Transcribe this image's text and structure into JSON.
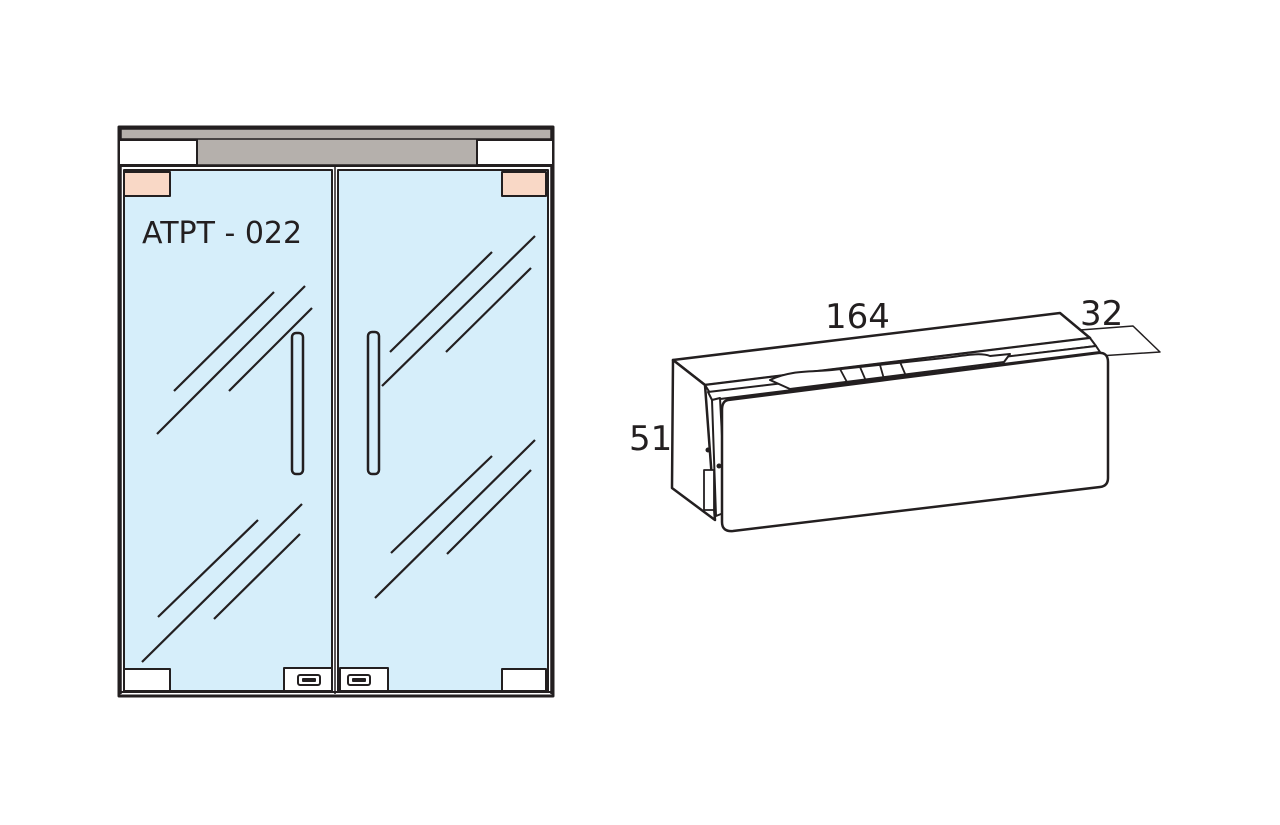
{
  "door": {
    "model_label": "ATPT - 022"
  },
  "fitting": {
    "dim_length": "164",
    "dim_width": "32",
    "dim_height": "51"
  },
  "colors": {
    "glass": "#d6eefa",
    "frame_stroke": "#231f20",
    "transom_band": "#b5b0ac",
    "patch_fitting": "#f9d8c6",
    "background": "#ffffff"
  }
}
